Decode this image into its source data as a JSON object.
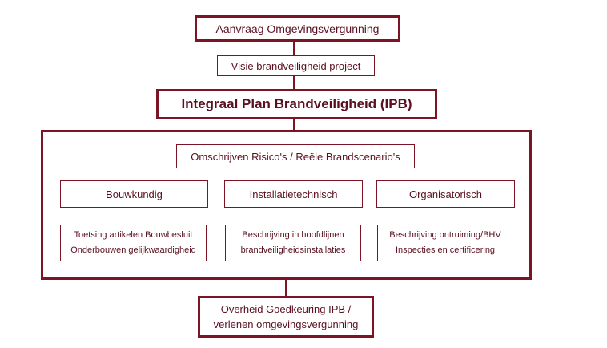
{
  "colors": {
    "stroke": "#7b1526",
    "text": "#5a1020",
    "background": "#ffffff"
  },
  "top_box": "Aanvraag Omgevingsvergunning",
  "visie_box": "Visie brandveiligheid project",
  "ipb_box": "Integraal Plan Brandveiligheid (IPB)",
  "risico_box": "Omschrijven Risico's / Reële Brandscenario's",
  "columns": [
    {
      "heading": "Bouwkundig",
      "details": [
        "Toetsing artikelen Bouwbesluit",
        "Onderbouwen gelijkwaardigheid"
      ]
    },
    {
      "heading": "Installatietechnisch",
      "details": [
        "Beschrijving in hoofdlijnen",
        "brandveiligheidsinstallaties"
      ]
    },
    {
      "heading": "Organisatorisch",
      "details": [
        "Beschrijving ontruiming/BHV",
        "Inspecties en certificering"
      ]
    }
  ],
  "bottom_box": [
    "Overheid Goedkeuring IPB /",
    "verlenen omgevingsvergunning"
  ]
}
